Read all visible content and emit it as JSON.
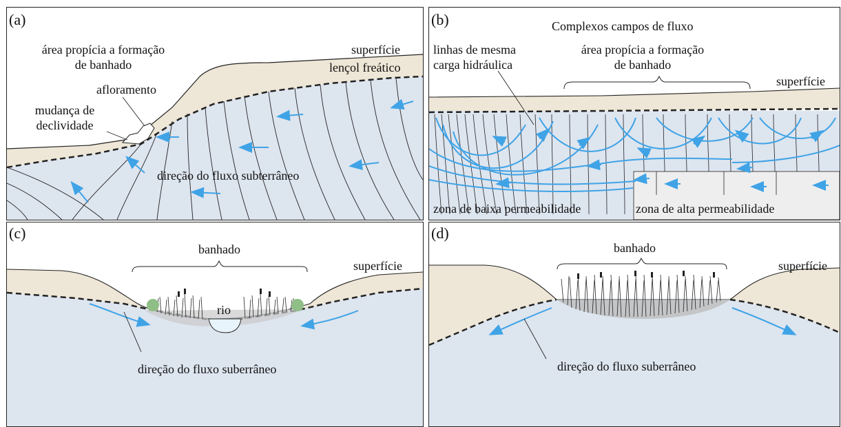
{
  "panels": {
    "a": {
      "letter": "(a)",
      "wetland_area_line1": "área propícia a formação",
      "wetland_area_line2": "de banhado",
      "surface": "superfície",
      "water_table": "lençol freático",
      "outcrop": "afloramento",
      "slope_change_line1": "mudança de",
      "slope_change_line2": "declividade",
      "flow_direction": "direção do fluxo subterrâneo"
    },
    "b": {
      "letter": "(b)",
      "complex_fields": "Complexos campos de fluxo",
      "wetland_area_line1": "área propícia a formação",
      "wetland_area_line2": "de banhado",
      "equipotential_line1": "linhas de mesma",
      "equipotential_line2": "carga hidráulica",
      "surface": "superfície",
      "low_perm": "zona de baixa permeabilidade",
      "high_perm": "zona de alta permeabilidade"
    },
    "c": {
      "letter": "(c)",
      "wetland": "banhado",
      "surface": "superfície",
      "river": "rio",
      "flow_direction": "direção do fluxo suberrâneo"
    },
    "d": {
      "letter": "(d)",
      "wetland": "banhado",
      "surface": "superfície",
      "flow_direction": "direção do fluxo suberrâneo"
    }
  },
  "colors": {
    "soil": "#eee6d6",
    "groundwater": "#dde5ef",
    "arrow": "#3fa3e6",
    "line": "#222222",
    "shrub": "#8fbf86",
    "river": "#e8f4fb"
  }
}
